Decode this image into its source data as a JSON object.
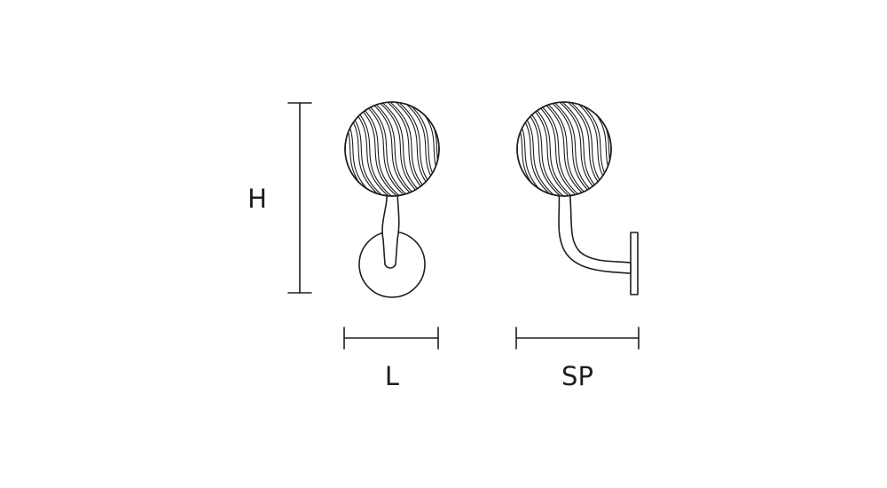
{
  "labels": {
    "height": "H",
    "length": "L",
    "projection": "SP"
  },
  "colors": {
    "ink": "#1e1e1e",
    "background": "#ffffff"
  }
}
